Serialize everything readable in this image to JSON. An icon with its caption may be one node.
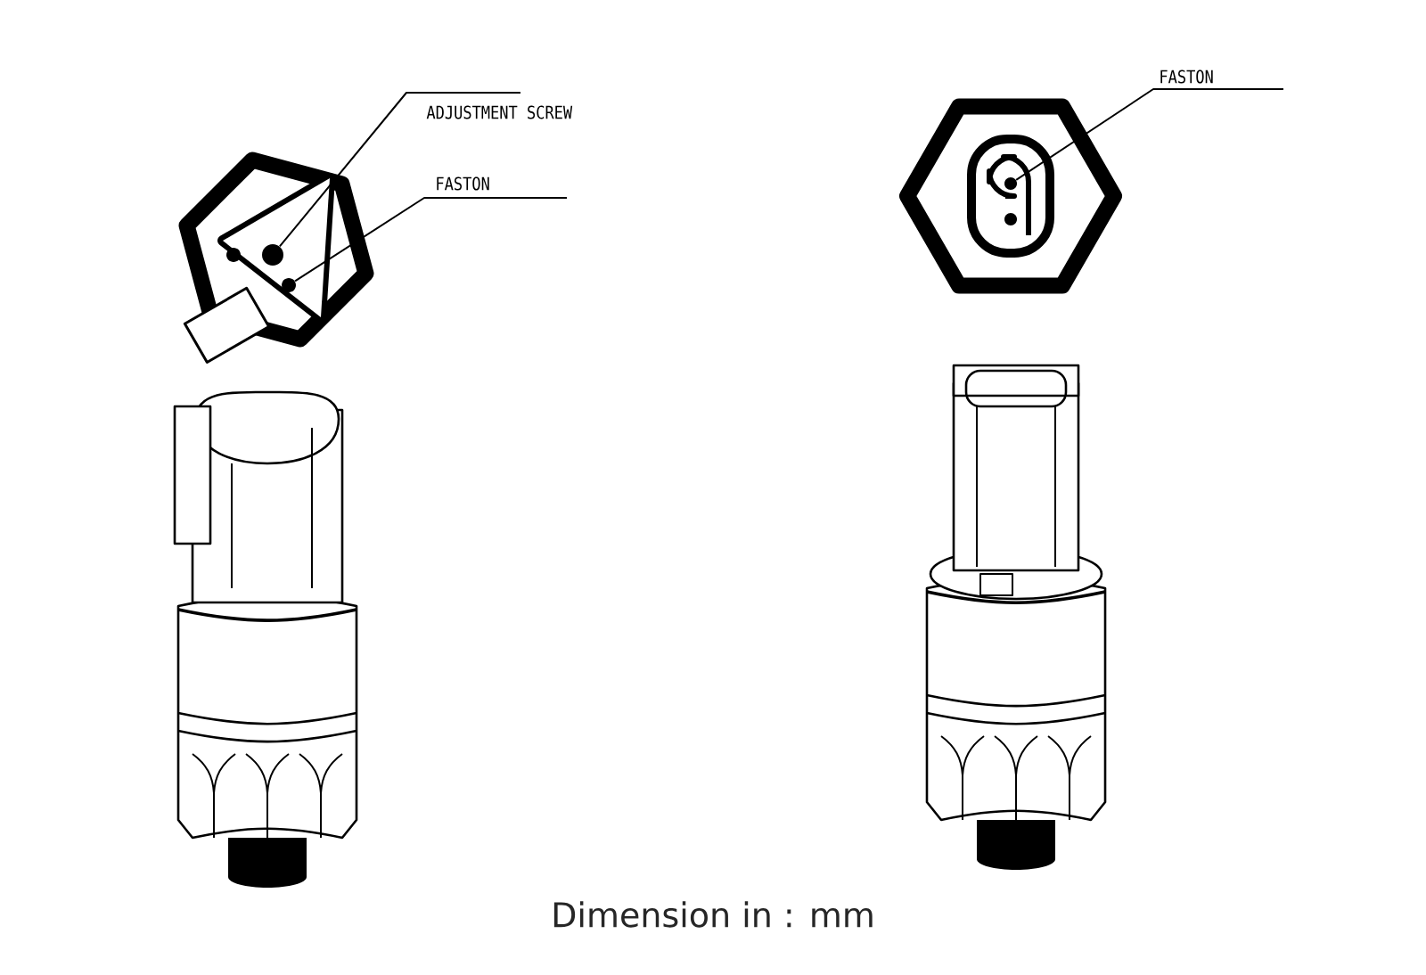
{
  "diagram": {
    "caption": "Dimension in : mm",
    "nodes": [
      {
        "text": [
          "ADJUSTMENT SCREW"
        ]
      },
      {
        "text": [
          "FASTON"
        ]
      },
      {
        "text": [
          "FASTON"
        ]
      },
      {
        "text": [],
        "shape": "circle"
      },
      {
        "text": [],
        "shape": "circle"
      },
      {
        "text": [],
        "shape": "circle"
      }
    ],
    "edges": [
      {
        "from": 0,
        "to": 3,
        "arrow": "none"
      },
      {
        "from": 1,
        "to": 4,
        "arrow": "none"
      },
      {
        "from": 2,
        "to": 5,
        "arrow": "none"
      }
    ]
  }
}
